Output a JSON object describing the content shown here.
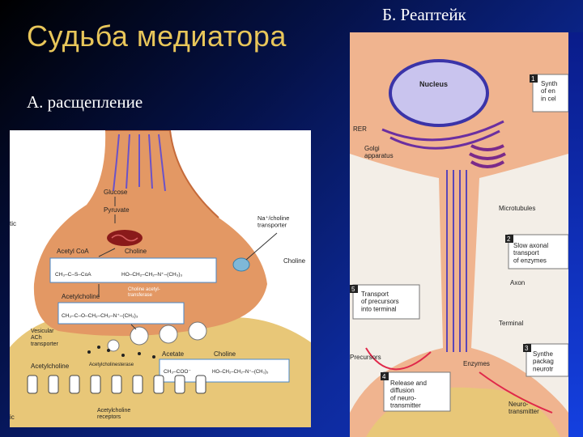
{
  "slide": {
    "title": "Судьба медиатора",
    "subtitle_a": "А. расщепление",
    "subtitle_b": "Б. Реаптейк"
  },
  "panel_a": {
    "edge_left_top": "tic",
    "edge_left_bottom": "ic",
    "edge_right": "Choline",
    "glucose": "Glucose",
    "pyruvate": "Pyruvate",
    "transporter": "Na⁺/choline\ntransporter",
    "acetyl_coa": "Acetyl CoA",
    "choline": "Choline",
    "coa_formula": "CH₃–C–S–CoA",
    "choline_formula": "HO–CH₂–CH₂–N⁺–(CH₃)₃",
    "chat": "Choline acetyl-\ntransferase",
    "acetylcholine": "Acetylcholine",
    "ach_formula": "CH₃–C–O–CH₂–CH₂–N⁺–(CH₃)₃",
    "vesicular": "Vesicular\nACh\ntransporter",
    "acetate": "Acetate",
    "choline2": "Choline",
    "acetylcholine2": "Acetylcholine",
    "ache": "Acetylcholinesterase",
    "acetate_formula": "CH₃–COO⁻",
    "choline2_formula": "HO–CH₂–CH₂–N⁺–(CH₃)₃",
    "receptors": "Acetylcholine\nreceptors"
  },
  "panel_b": {
    "nucleus": "Nucleus",
    "rer": "RER",
    "golgi": "Golgi\napparatus",
    "microtubules": "Microtubules",
    "axon": "Axon",
    "terminal": "Terminal",
    "precursors": "Precursors",
    "enzymes": "Enzymes",
    "neuro_transmitter": "Neuro-\ntransmitter",
    "step1_num": "1",
    "step1": "Synth\nof en\nin cel",
    "step2_num": "2",
    "step2": "Slow axonal\ntransport\nof enzymes",
    "step3_num": "3",
    "step3": "Synthe\npackag\nneurotr",
    "step4_num": "4",
    "step4": "Release and\ndiffusion\nof neuro-\ntransmitter",
    "step5_num": "5",
    "step5": "Transport\nof precursors\ninto terminal"
  }
}
